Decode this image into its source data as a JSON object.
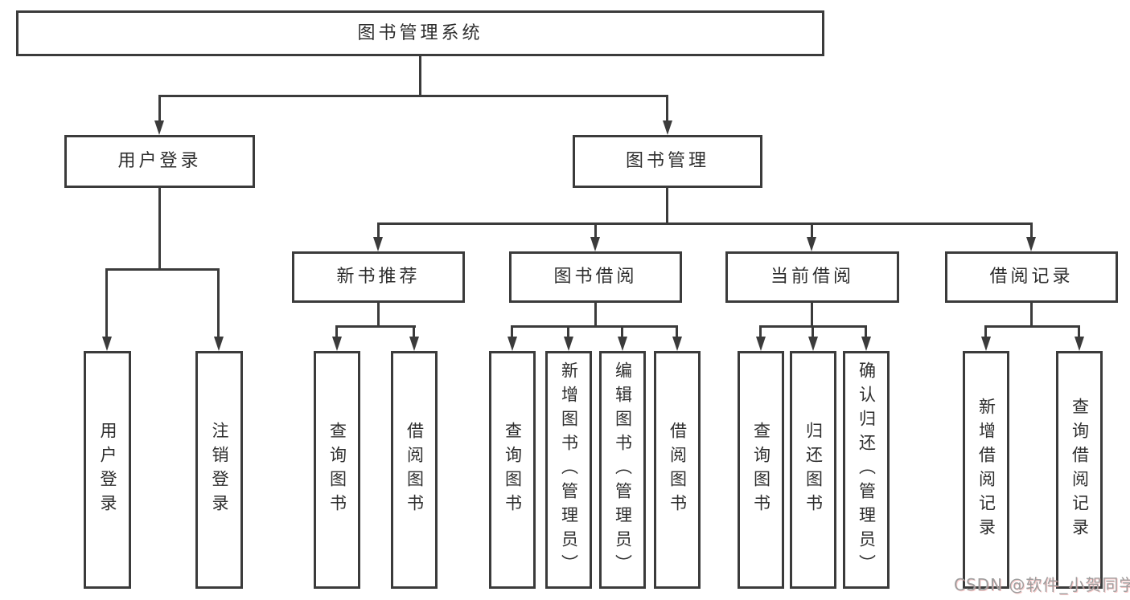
{
  "diagram": {
    "root": {
      "label": "图书管理系统"
    },
    "level2": [
      {
        "label": "用户登录"
      },
      {
        "label": "图书管理"
      }
    ],
    "level3": [
      {
        "label": "新书推荐"
      },
      {
        "label": "图书借阅"
      },
      {
        "label": "当前借阅"
      },
      {
        "label": "借阅记录"
      }
    ],
    "leaves": {
      "userLogin": [
        {
          "label": "用户登录"
        },
        {
          "label": "注销登录"
        }
      ],
      "newBookRecommend": [
        {
          "label": "查询图书"
        },
        {
          "label": "借阅图书"
        }
      ],
      "bookBorrowing": [
        {
          "label": "查询图书"
        },
        {
          "label": "新增图书（管理员）"
        },
        {
          "label": "编辑图书（管理员）"
        },
        {
          "label": "借阅图书"
        }
      ],
      "currentBorrowing": [
        {
          "label": "查询图书"
        },
        {
          "label": "归还图书"
        },
        {
          "label": "确认归还（管理员）"
        }
      ],
      "borrowingRecords": [
        {
          "label": "新增借阅记录"
        },
        {
          "label": "查询借阅记录"
        }
      ]
    }
  },
  "watermark": {
    "text": "CSDN @软件_小贺同学"
  },
  "colors": {
    "line": "#3b3b3b",
    "text": "#2e2e2e",
    "background": "#ffffff",
    "watermark": "#9e9e9e"
  }
}
